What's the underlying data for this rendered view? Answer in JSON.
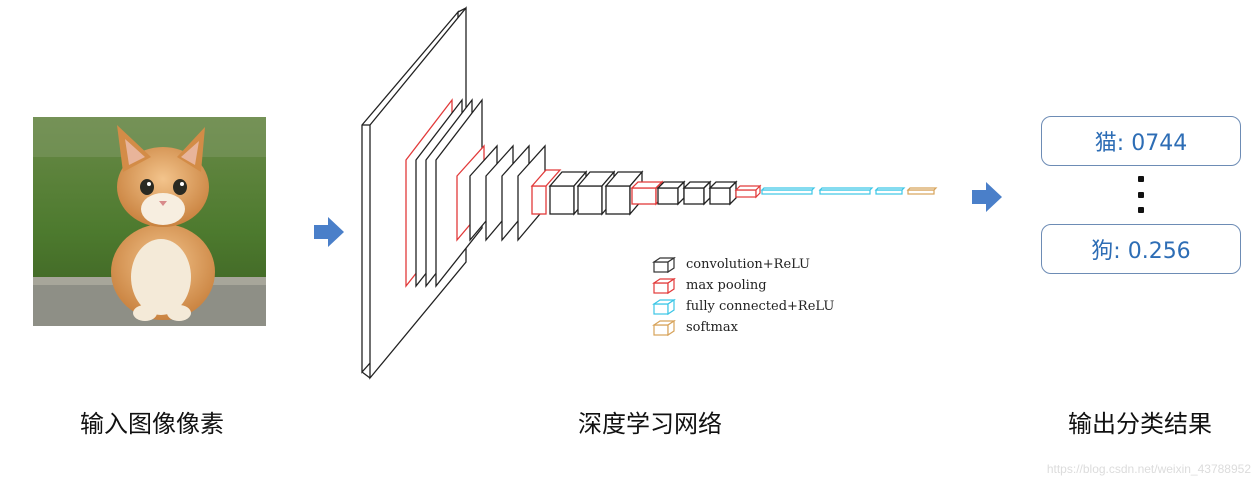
{
  "labels": {
    "input": "输入图像像素",
    "network": "深度学习网络",
    "output": "输出分类结果"
  },
  "results": [
    {
      "class": "猫",
      "score": "0744",
      "text": "猫: 0744"
    },
    {
      "class": "狗",
      "score": "0.256",
      "text": "狗: 0.256"
    }
  ],
  "legend": [
    {
      "label": "convolution+ReLU",
      "color": "#333333"
    },
    {
      "label": "max pooling",
      "color": "#e23a3a"
    },
    {
      "label": "fully connected+ReLU",
      "color": "#3cc6e6"
    },
    {
      "label": "softmax",
      "color": "#d7a35a"
    }
  ],
  "watermark": "https://blog.csdn.net/weixin_43788952",
  "colors": {
    "arrow": "#4a7fc9",
    "result_text": "#2d6db5",
    "result_border": "#6d8cb5"
  },
  "icons": {
    "input_picture": "cat-photo",
    "flow_arrow": "right-arrow-icon"
  }
}
